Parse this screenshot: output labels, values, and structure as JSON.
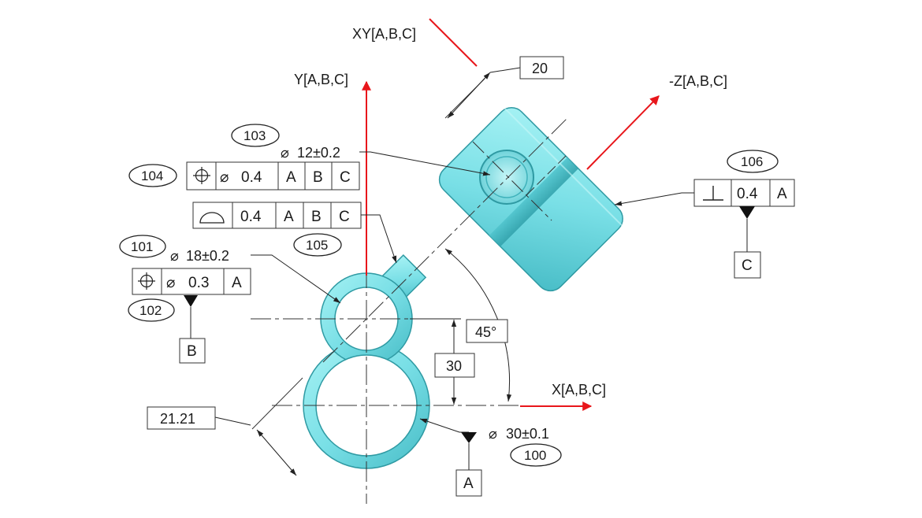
{
  "axes": {
    "y": "Y[A,B,C]",
    "x": "X[A,B,C]",
    "xy": "XY[A,B,C]",
    "negz": "-Z[A,B,C]"
  },
  "balloons": {
    "b100": "100",
    "b101": "101",
    "b102": "102",
    "b103": "103",
    "b104": "104",
    "b105": "105",
    "b106": "106"
  },
  "dimensions": {
    "d20": "20",
    "d30": "30",
    "d45": "45°",
    "d2121": "21.21",
    "dia12": "12±0.2",
    "dia18": "18±0.2",
    "dia30": "30±0.1"
  },
  "fcf104": {
    "tol": "0.4",
    "ref1": "A",
    "ref2": "B",
    "ref3": "C"
  },
  "fcf105": {
    "tol": "0.4",
    "ref1": "A",
    "ref2": "B",
    "ref3": "C"
  },
  "fcf102": {
    "tol": "0.3",
    "ref1": "A"
  },
  "fcf106": {
    "tol": "0.4",
    "ref1": "A"
  },
  "datums": {
    "a": "A",
    "b": "B",
    "c": "C"
  },
  "symbols": {
    "diameter": "⌀"
  },
  "colors": {
    "part": "#7fe0e6",
    "part_dark": "#3fb6c0",
    "axis": "#e8161b",
    "line": "#222222"
  },
  "icons": [
    "position-symbol-icon",
    "profile-of-surface-icon",
    "perpendicularity-symbol-icon",
    "datum-triangle-icon"
  ]
}
